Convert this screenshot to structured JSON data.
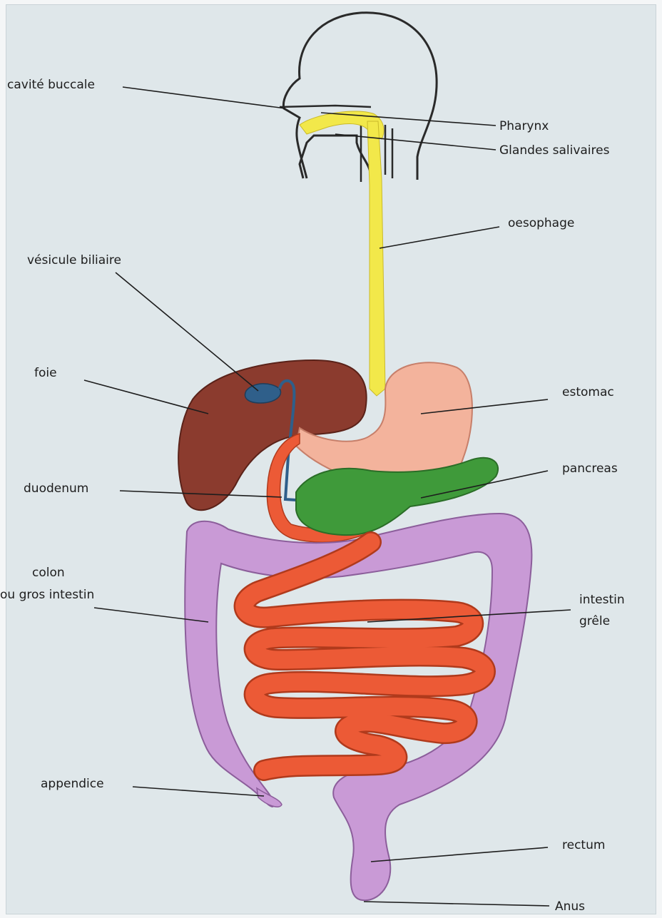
{
  "labels": {
    "cavite_buccale": "cavité buccale",
    "pharynx": "Pharynx",
    "glandes_salivaires": "Glandes salivaires",
    "oesophage": "oesophage",
    "vesicule_biliaire": "vésicule biliaire",
    "foie": "foie",
    "estomac": "estomac",
    "pancreas": "pancreas",
    "duodenum": "duodenum",
    "colon_line1": "colon",
    "colon_line2": "ou gros intestin",
    "intestin_line1": "intestin",
    "intestin_line2": "grêle",
    "appendice": "appendice",
    "rectum": "rectum",
    "anus": "Anus"
  },
  "colors": {
    "oesophagus": "#f2e84a",
    "liver": "#8b3b2e",
    "gallbladder": "#2f5f8a",
    "stomach": "#f3b39c",
    "pancreas": "#3f9a3a",
    "small_intestine": "#ec5a36",
    "colon": "#c99ad6",
    "outline": "#2a2a2a"
  }
}
